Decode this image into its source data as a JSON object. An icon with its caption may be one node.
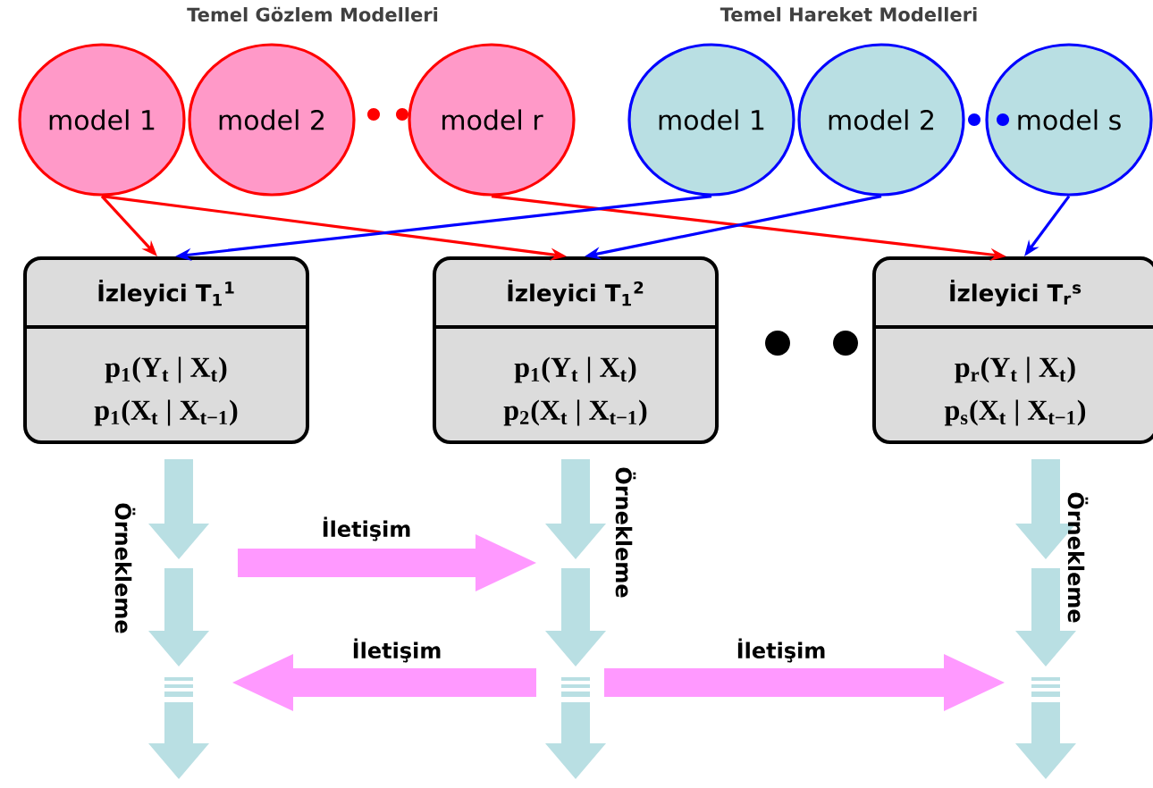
{
  "diagram": {
    "nodes": [
      {
        "text": [
          "model 1"
        ]
      },
      {
        "text": [
          "model 2"
        ]
      },
      {
        "text": [
          "model r"
        ]
      },
      {
        "text": [
          "model 1"
        ]
      },
      {
        "text": [
          "model 2"
        ]
      },
      {
        "text": [
          "model s"
        ]
      },
      {
        "text": [
          "İzleyici T$_{1}$$^{1}$",
          "p$_{1}$(Y$_{t}$ | X$_{t}$)",
          "p$_{1}$(X$_{t}$ | X$_{t−1}$)"
        ]
      },
      {
        "text": [
          "İzleyici T$_{1}$$^{2}$",
          "p$_{1}$(Y$_{t}$ | X$_{t}$)",
          "p$_{2}$(X$_{t}$ | X$_{t−1}$)"
        ]
      },
      {
        "text": [
          "İzleyici T$_{r}$$^{s}$",
          "p$_{r}$(Y$_{t}$ | X$_{t}$)",
          "p$_{s}$(X$_{t}$ | X$_{t−1}$)"
        ]
      }
    ],
    "edges": [
      {
        "from": 0,
        "to": 6,
        "arrow": "to",
        "color": "#ff0000"
      },
      {
        "from": 0,
        "to": 7,
        "arrow": "to",
        "color": "#ff0000"
      },
      {
        "from": 2,
        "to": 8,
        "arrow": "to",
        "color": "#ff0000"
      },
      {
        "from": 3,
        "to": 6,
        "arrow": "to",
        "color": "#0000ff"
      },
      {
        "from": 4,
        "to": 7,
        "arrow": "to",
        "color": "#0000ff"
      },
      {
        "from": 5,
        "to": 8,
        "arrow": "to",
        "color": "#0000ff"
      }
    ],
    "labels": [
      "Temel Gözlem Modelleri",
      "Temel Hareket Modelleri",
      "Örnekleme",
      "İletişim",
      "Örnekleme",
      "Örnekleme",
      "İletişim",
      "İletişim"
    ]
  }
}
